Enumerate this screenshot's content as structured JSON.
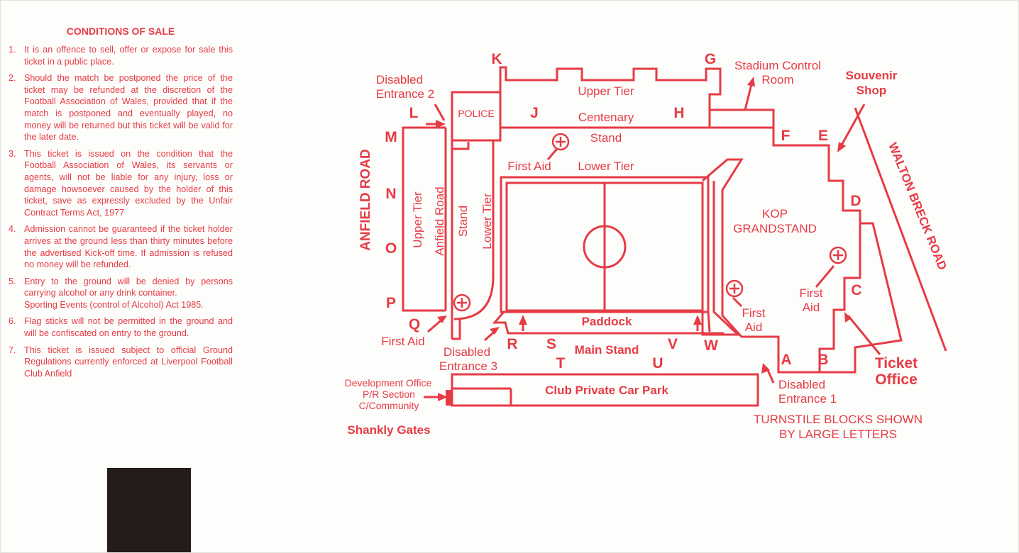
{
  "conditions": {
    "title": "CONDITIONS OF SALE",
    "items": [
      {
        "num": "1.",
        "text": "It is an offence to sell, offer or expose for sale this ticket in a public place."
      },
      {
        "num": "2.",
        "text": "Should the match be postponed the price of the ticket may be refunded at the discretion of the Football Association of Wales, provided that if the match is postponed and eventually played, no money will be returned but this ticket will be valid for the later date."
      },
      {
        "num": "3.",
        "text": "This ticket is issued on the condition that the Football Association of Wales, its servants or agents, will not be liable for any injury, loss or damage howsoever caused by the holder of this ticket, save as expressly excluded by the Unfair Contract Terms Act, 1977"
      },
      {
        "num": "4.",
        "text": "Admission cannot be guaranteed if the ticket holder arrives at the ground less than thirty minutes before the advertised Kick-off time. If admission is refused no money will be refunded."
      },
      {
        "num": "5.",
        "text": "Entry to the ground will be denied by persons carrying alcohol or any drink container.",
        "sub": "Sporting Events (control of Alcohol) Act 1985."
      },
      {
        "num": "6.",
        "text": "Flag sticks will not be permitted in the ground and will be confiscated on entry to the ground."
      },
      {
        "num": "7.",
        "text": "This ticket is issued subject to official Ground Regulations currently enforced at Liverpool Football Club Anfield"
      }
    ]
  },
  "map": {
    "color": "#e63b45",
    "stands": {
      "centenary_upper": "Upper Tier",
      "centenary_name": "Centenary",
      "centenary_stand": "Stand",
      "centenary_lower": "Lower Tier",
      "anfield_upper": "Upper Tier",
      "anfield_name": "Anfield Road",
      "anfield_stand": "Stand",
      "anfield_lower": "Lower Tier",
      "kop_1": "KOP",
      "kop_2": "GRANDSTAND",
      "paddock": "Paddock",
      "main_stand": "Main Stand",
      "car_park": "Club Private Car Park",
      "police": "POLICE"
    },
    "roads": {
      "anfield": "ANFIELD ROAD",
      "walton": "WALTON BRECK ROAD"
    },
    "labels": {
      "disabled2_1": "Disabled",
      "disabled2_2": "Entrance 2",
      "control_1": "Stadium Control",
      "control_2": "Room",
      "souvenir_1": "Souvenir",
      "souvenir_2": "Shop",
      "first_aid_top": "First Aid",
      "first_aid_q": "First Aid",
      "first_aid_w_1": "First",
      "first_aid_w_2": "Aid",
      "first_aid_c_1": "First",
      "first_aid_c_2": "Aid",
      "disabled3_1": "Disabled",
      "disabled3_2": "Entrance 3",
      "disabled1_1": "Disabled",
      "disabled1_2": "Entrance 1",
      "ticket_1": "Ticket",
      "ticket_2": "Office",
      "dev_1": "Development Office",
      "dev_2": "P/R Section",
      "dev_3": "C/Community",
      "shankly": "Shankly Gates",
      "turnstile_1": "TURNSTILE BLOCKS SHOWN",
      "turnstile_2": "BY LARGE LETTERS"
    },
    "turnstiles": [
      "A",
      "B",
      "C",
      "D",
      "E",
      "F",
      "G",
      "H",
      "J",
      "K",
      "L",
      "M",
      "N",
      "O",
      "P",
      "Q",
      "R",
      "S",
      "T",
      "U",
      "V",
      "W"
    ]
  }
}
